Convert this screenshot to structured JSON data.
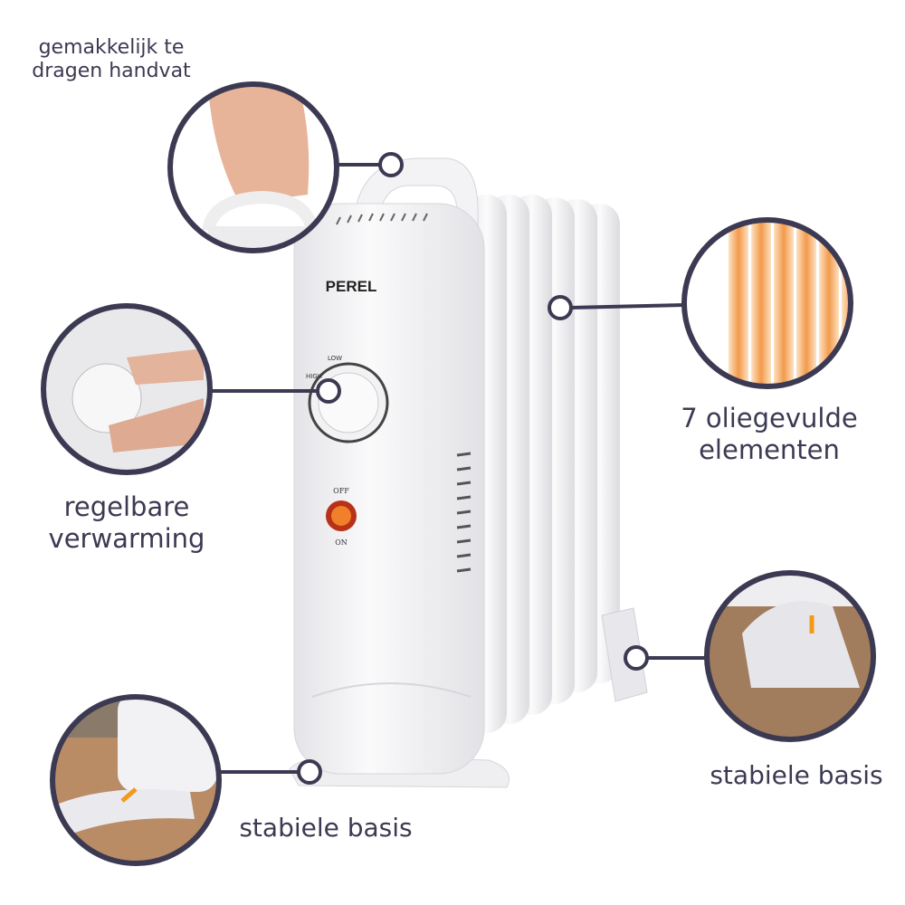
{
  "brand": "PEREL",
  "dial": {
    "low": "LOW",
    "high": "HIGH"
  },
  "switch": {
    "off": "OFF",
    "on": "ON"
  },
  "callouts": {
    "handle": "gemakkelijk te dragen handvat",
    "thermostat": "regelbare verwarming",
    "elements": "7 oliegevulde elementen",
    "base_left": "stabiele basis",
    "base_right": "stabiele basis"
  },
  "colors": {
    "accent": "#3b3a52",
    "heater": "#f1f1f3",
    "glow": "#f39a4a"
  }
}
